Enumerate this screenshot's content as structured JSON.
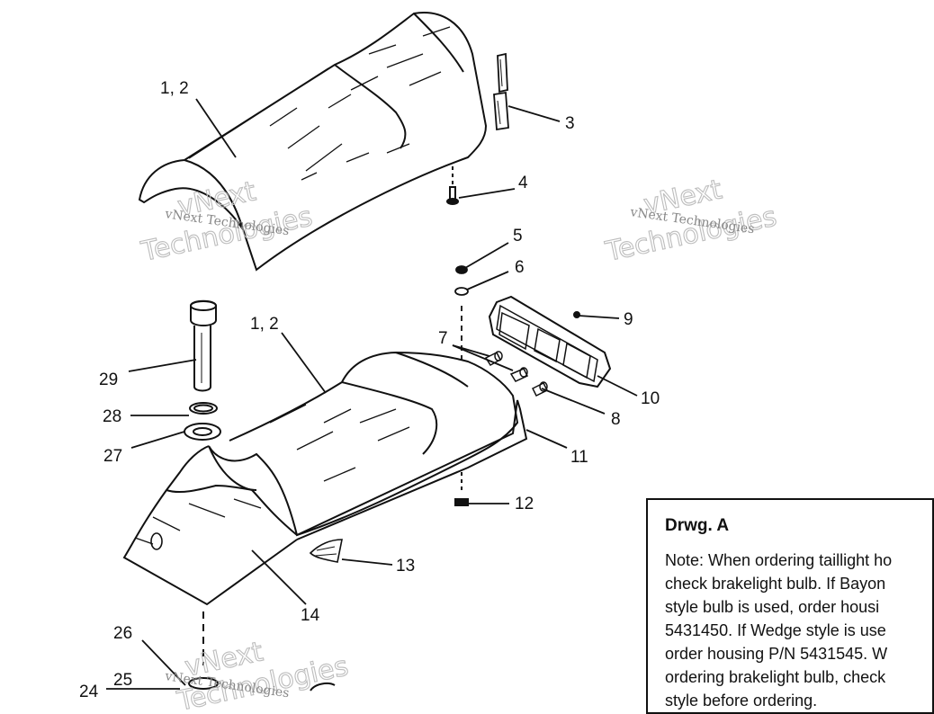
{
  "callouts": {
    "c1": "1, 2",
    "c2": "3",
    "c3": "4",
    "c4": "5",
    "c5": "6",
    "c6": "1, 2",
    "c7": "7",
    "c8": "9",
    "c9": "29",
    "c10": "10",
    "c11": "8",
    "c12": "28",
    "c13": "27",
    "c14": "11",
    "c15": "12",
    "c16": "13",
    "c17": "14",
    "c18": "26",
    "c19": "25",
    "c20": "24"
  },
  "watermark": {
    "small": "vNext Technologies",
    "large_top": "vNext",
    "large_bottom": "Technologies"
  },
  "note": {
    "title": "Drwg. A",
    "lines": [
      "Note: When ordering taillight ho",
      "check brakelight bulb.  If Bayon",
      "style bulb is  used, order housi",
      "5431450.  If Wedge style is use",
      "order housing P/N 5431545.  W",
      "ordering brakelight bulb, check",
      "style before ordering."
    ]
  }
}
